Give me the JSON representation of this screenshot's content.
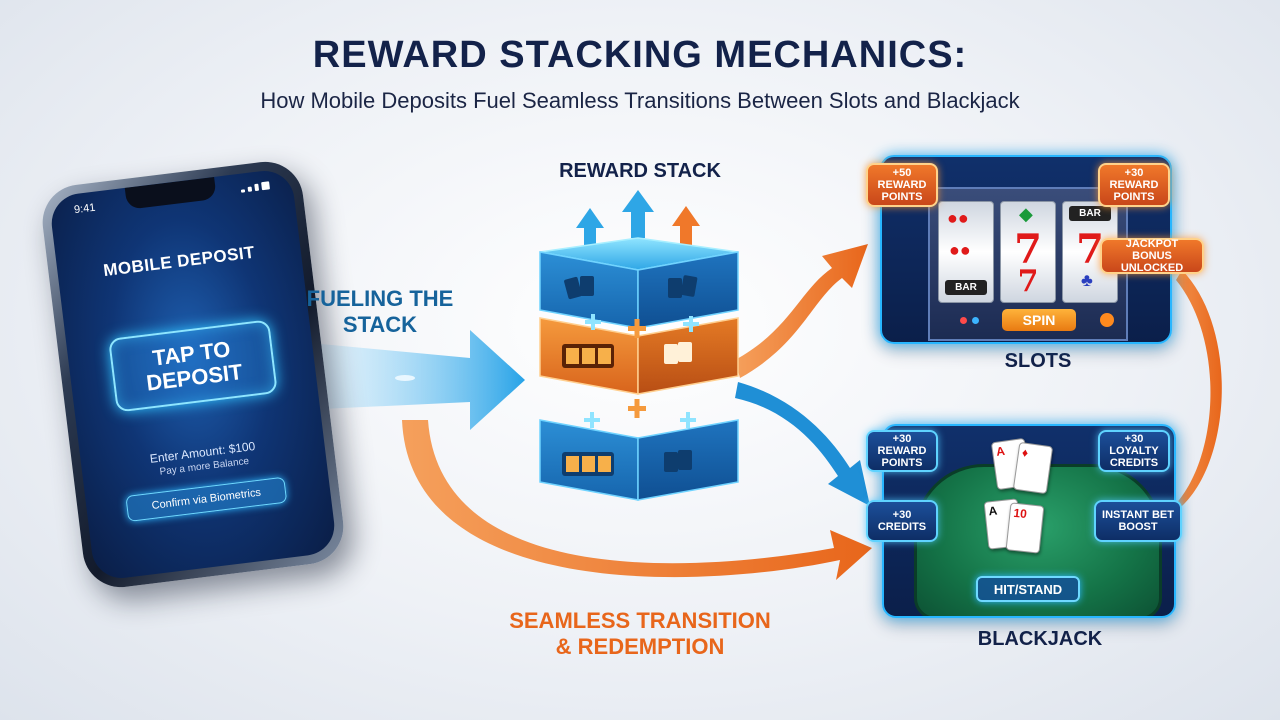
{
  "header": {
    "title": "REWARD STACKING MECHANICS:",
    "subtitle": "How Mobile Deposits Fuel Seamless Transitions Between Slots and Blackjack"
  },
  "phone": {
    "time": "9:41",
    "title": "MOBILE DEPOSIT",
    "tap_button": "TAP TO DEPOSIT",
    "amount": "Enter Amount: $100",
    "hint": "Pay a more Balance",
    "confirm_button": "Confirm via Biometrics"
  },
  "labels": {
    "fueling": "FUELING THE STACK",
    "reward_stack": "REWARD STACK",
    "transition": "SEAMLESS TRANSITION & REDEMPTION",
    "slots": "SLOTS",
    "blackjack": "BLACKJACK"
  },
  "slots_panel": {
    "badge_left": "+50 REWARD POINTS",
    "badge_right": "+30 REWARD POINTS",
    "badge_jackpot": "JACKPOT BONUS UNLOCKED",
    "reel_bar": "BAR",
    "spin_button": "SPIN"
  },
  "blackjack_panel": {
    "badge_top_left": "+30 REWARD POINTS",
    "badge_top_right": "+30 LOYALTY CREDITS",
    "badge_mid_left": "+30 CREDITS",
    "badge_mid_right": "INSTANT BET BOOST",
    "action_button": "HIT/STAND"
  },
  "colors": {
    "navy": "#13224a",
    "accent_blue": "#27b6ff",
    "accent_orange": "#f0782a"
  }
}
